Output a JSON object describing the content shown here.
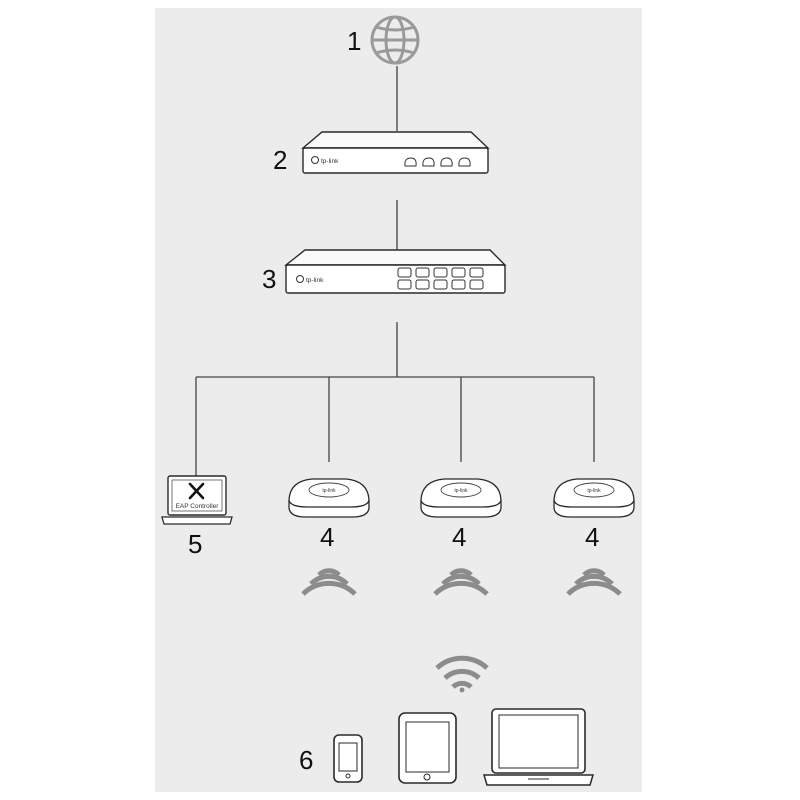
{
  "labels": {
    "internet": "1",
    "router": "2",
    "switch": "3",
    "ap1": "4",
    "ap2": "4",
    "ap3": "4",
    "controller": "5",
    "clients": "6"
  },
  "brand": {
    "router": "tp-link",
    "switch": "tp-link",
    "ap1": "tp-link",
    "ap2": "tp-link",
    "ap3": "tp-link"
  },
  "controller_screen_text": "EAP Controller",
  "icons": {
    "internet": "globe-icon",
    "tools": "wrench-screwdriver-icon",
    "wifi": "wifi-signal-icon"
  },
  "colors": {
    "panel": "#ececec",
    "line": "#444444",
    "device_outline": "#2a2a2a",
    "wifi": "#8c8c8c",
    "globe": "#999999"
  }
}
